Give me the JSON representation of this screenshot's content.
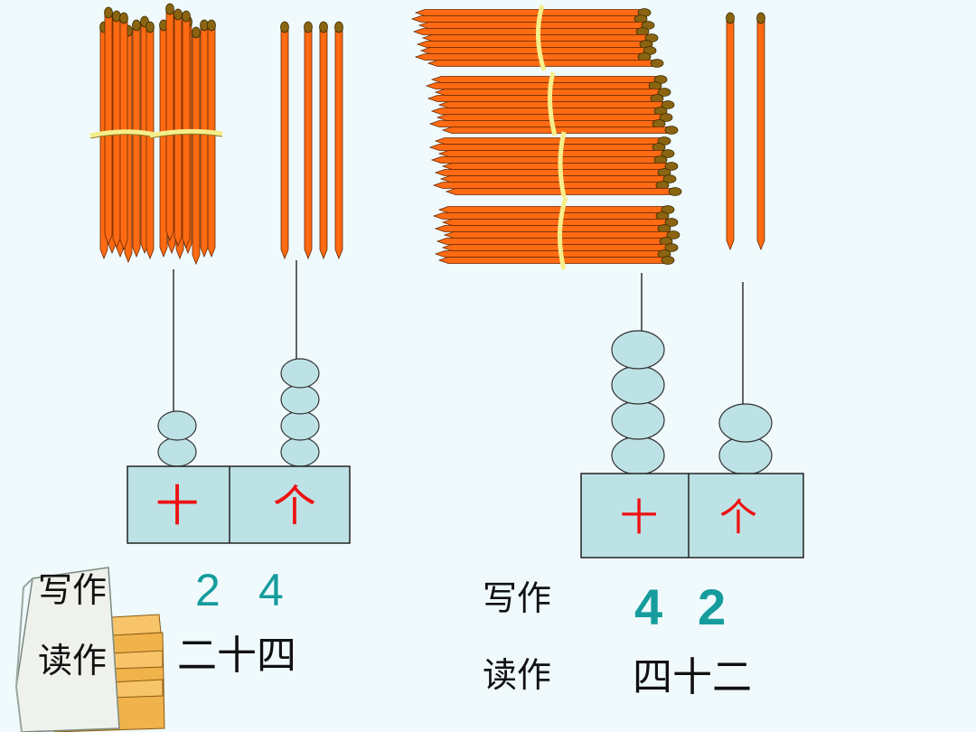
{
  "colors": {
    "background": "#f0fafd",
    "stick": "#ff6a13",
    "stick_tip": "#8a6410",
    "band": "#f6ee8a",
    "bead": "#bde2e6",
    "abacus_box": "#bde2e6",
    "digit": "#169c9c",
    "place_label": "#ee1111"
  },
  "icons": {
    "book": "book-stack-icon"
  },
  "left": {
    "bundles_of_ten": 2,
    "single_sticks": 4,
    "abacus": {
      "tens_label": "十",
      "ones_label": "个",
      "tens_beads": 2,
      "ones_beads": 4
    },
    "write_label": "写作",
    "number_tens": "2",
    "number_ones": "4",
    "read_label": "读作",
    "reading": "二十四"
  },
  "right": {
    "bundles_of_ten": 4,
    "single_sticks": 2,
    "abacus": {
      "tens_label": "十",
      "ones_label": "个",
      "tens_beads": 4,
      "ones_beads": 2
    },
    "write_label": "写作",
    "number_tens": "4",
    "number_ones": "2",
    "read_label": "读作",
    "reading": "四十二"
  }
}
